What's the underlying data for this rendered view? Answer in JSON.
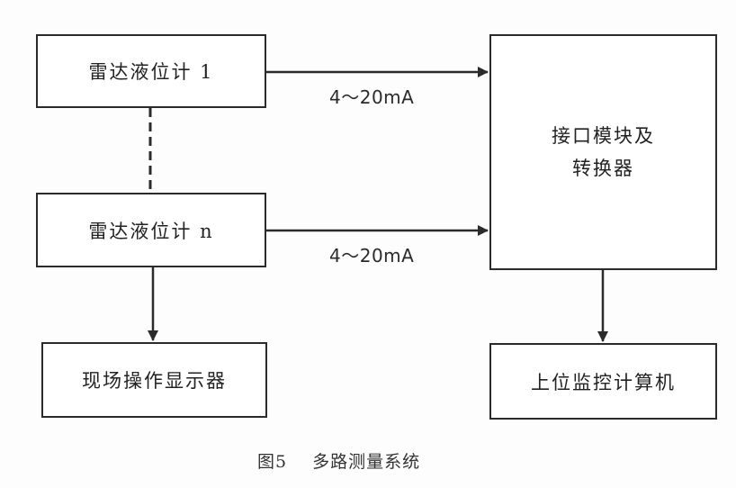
{
  "diagram": {
    "boxes": {
      "radar_1": "雷达液位计 1",
      "radar_n": "雷达液位计 n",
      "interface_line1": "接口模块及",
      "interface_line2": "转换器",
      "display": "现场操作显示器",
      "computer": "上位监控计算机"
    },
    "signals": {
      "radar_1_to_interface": "4～20mA",
      "radar_n_to_interface": "4～20mA"
    },
    "caption": {
      "figure_number": "图5",
      "title": "多路测量系统"
    }
  }
}
